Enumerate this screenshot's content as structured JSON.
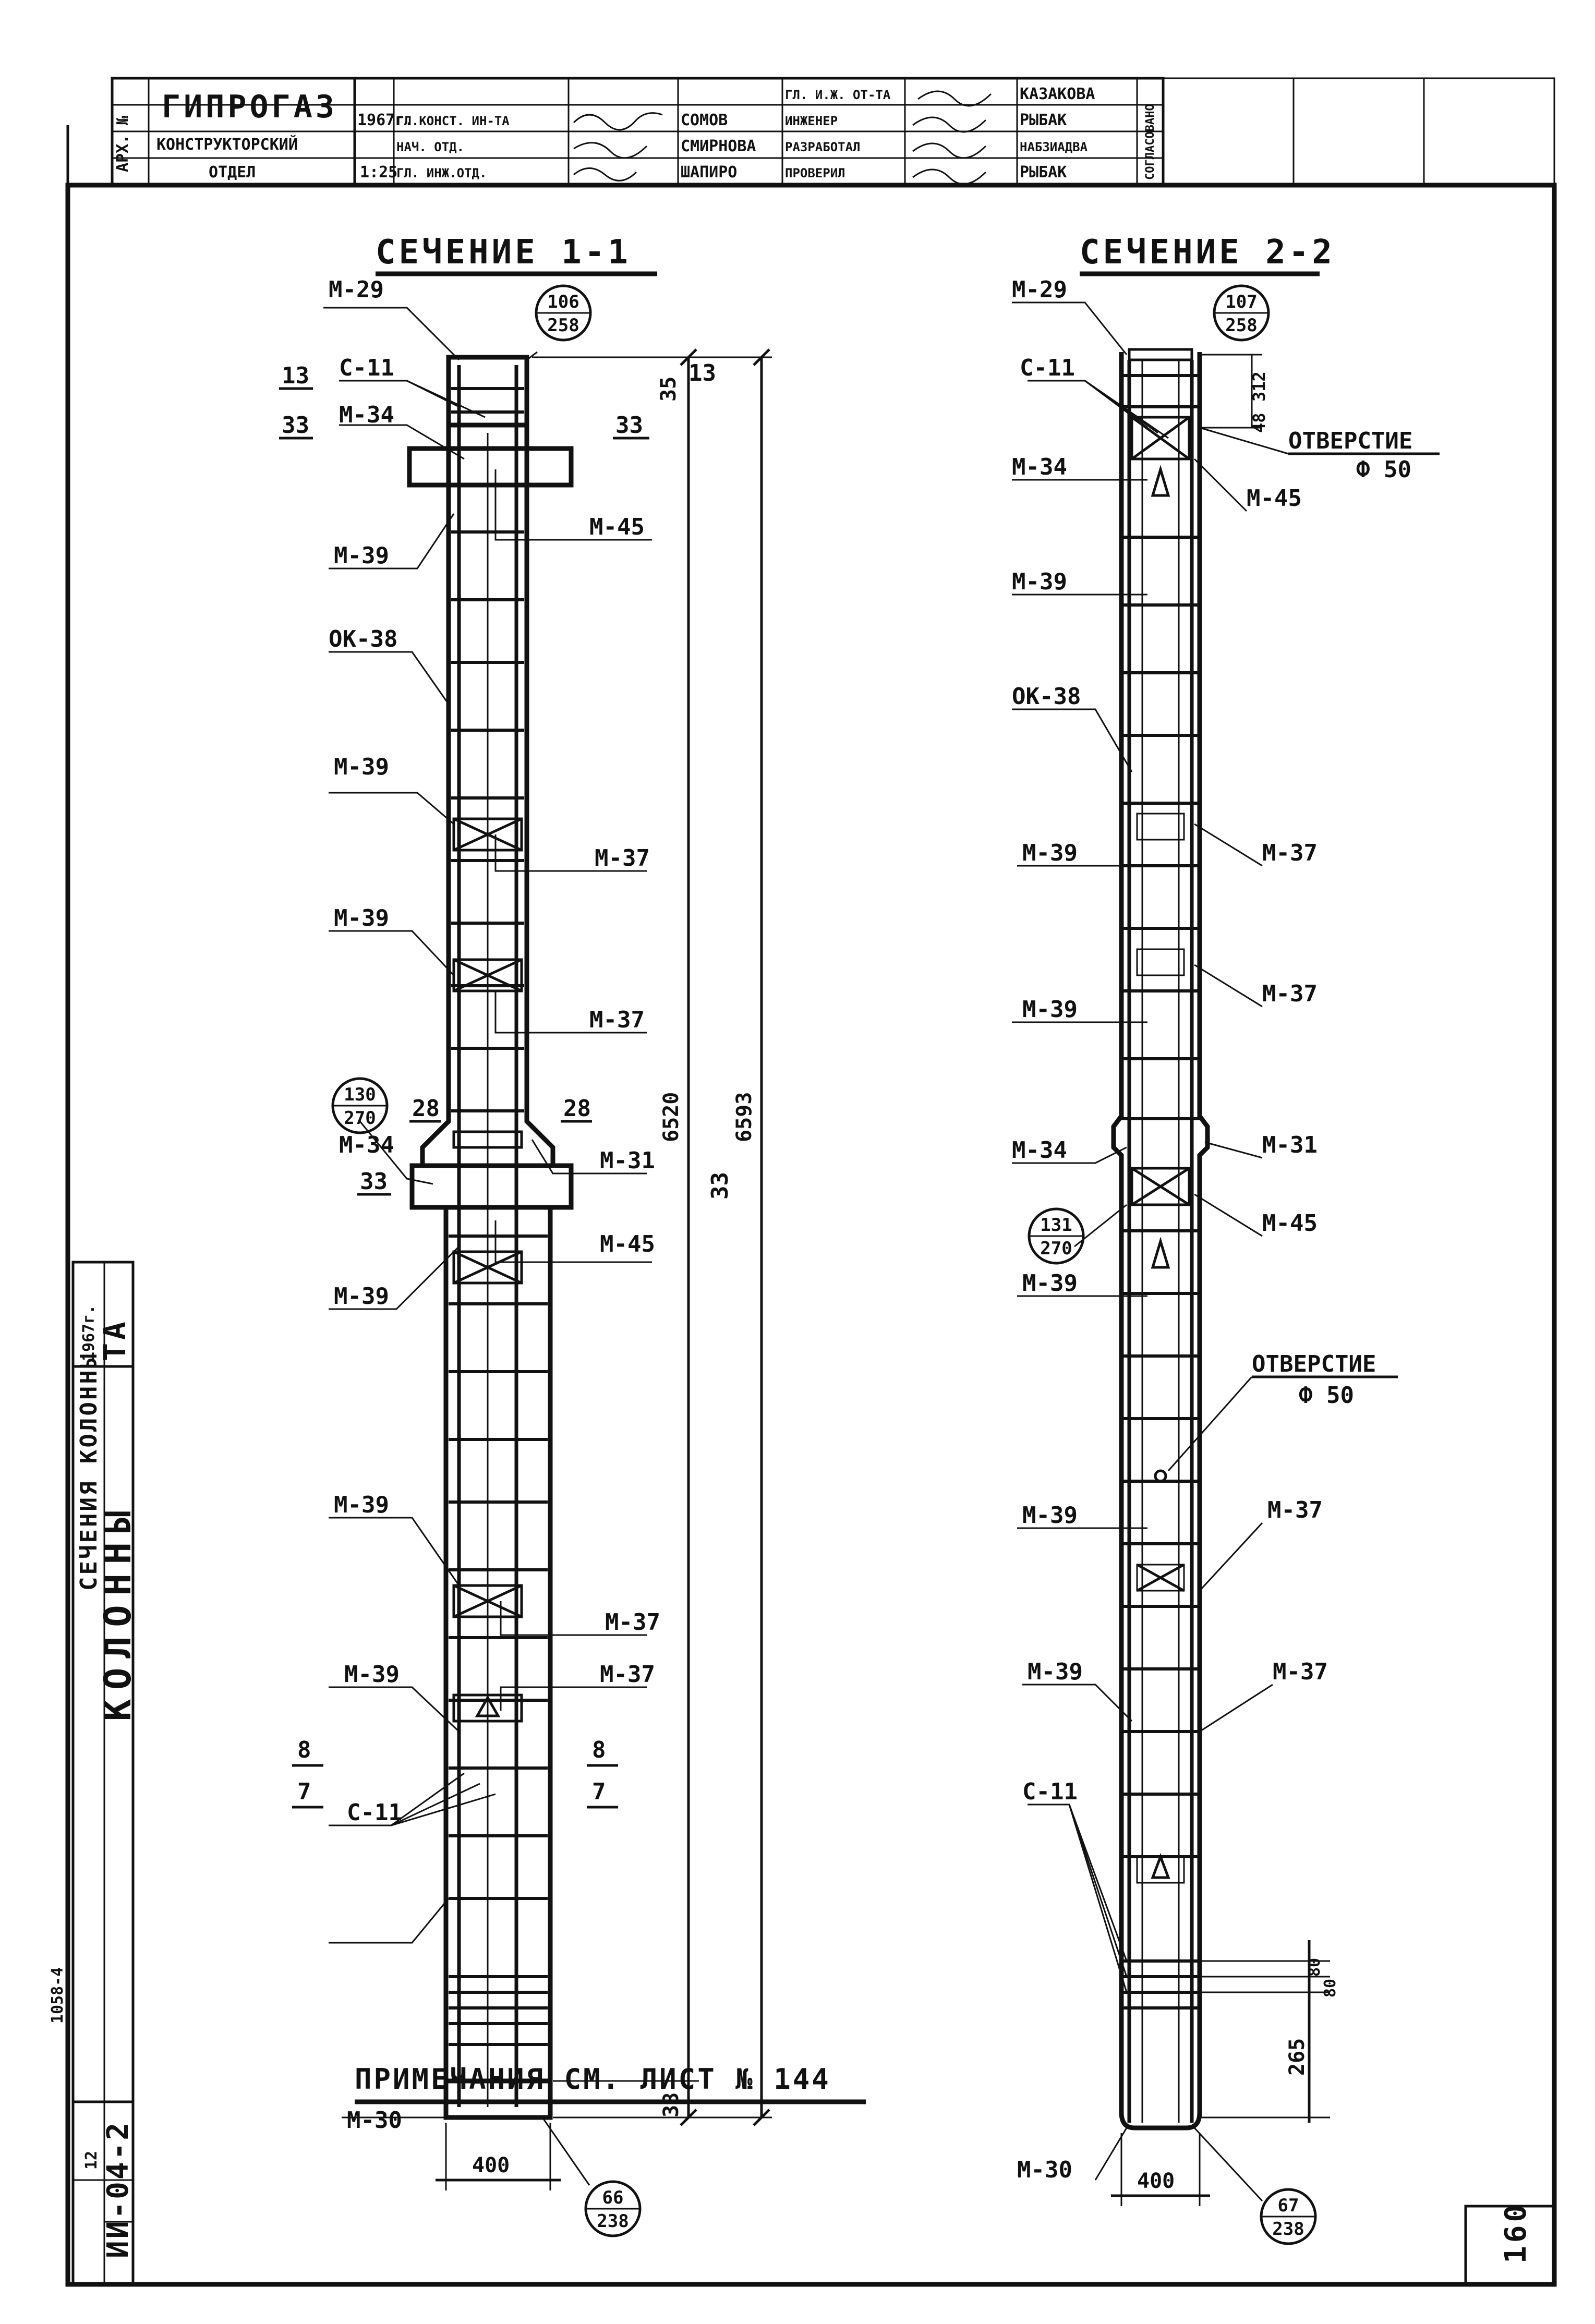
{
  "title_block": {
    "org": "ГИПРОГАЗ",
    "dept_line1": "КОНСТРУКТОРСКИЙ",
    "dept_line2": "ОТДЕЛ",
    "year": "1967г.",
    "scale": "1:25",
    "arch_no": "АРХ. №",
    "roles": [
      "ГЛ.КОНСТ. ИН-ТА",
      "НАЧ. ОТД.",
      "ГЛ. ИНЖ.ОТД."
    ],
    "names_mid": [
      "СОМОВ",
      "СМИРНОВА",
      "ШАПИРО"
    ],
    "roles2": [
      "ГЛ. И.Ж. ОТ-ТА",
      "ИНЖЕНЕР",
      "РАЗРАБОТАЛ",
      "ПРОВЕРИЛ"
    ],
    "names_right": [
      "КАЗАКОВА",
      "РЫБАК",
      "НАБЗИАДВА",
      "РЫБАК"
    ],
    "stamp": "СОГЛАСОВАНО"
  },
  "section_1": {
    "title": "СЕЧЕНИЕ 1-1",
    "labels": {
      "m29": "М-29",
      "c11_top": "С-11",
      "m34_top": "М-34",
      "m45_top": "М-45",
      "m39_1": "М-39",
      "ok38": "ОК-38",
      "m39_2": "М-39",
      "m37_1": "М-37",
      "m39_3": "М-39",
      "m37_2": "М-37",
      "m34_mid": "М-34",
      "m31": "М-31",
      "m45_mid": "М-45",
      "m39_4": "М-39",
      "m39_5": "М-39",
      "m37_3": "М-37",
      "m39_6": "М-39",
      "m37_4": "М-37",
      "c11_bot": "С-11",
      "m30": "М-30"
    },
    "marks": {
      "n13a": "13",
      "n33a": "33",
      "n33b": "33",
      "n13b": "13",
      "n35": "35",
      "n28a": "28",
      "n28b": "28",
      "n33c": "33",
      "n33d": "33",
      "n8a": "8",
      "n7a": "7",
      "n8b": "8",
      "n7b": "7",
      "n38": "38"
    },
    "circles": [
      {
        "top": "106",
        "bottom": "258"
      },
      {
        "top": "130",
        "bottom": "270"
      },
      {
        "top": "66",
        "bottom": "238"
      }
    ],
    "dims": {
      "h1": "6520",
      "h2": "6593",
      "width": "400"
    }
  },
  "section_2": {
    "title": "СЕЧЕНИЕ 2-2",
    "labels": {
      "m29": "М-29",
      "c11_top": "С-11",
      "hole_top": "ОТВЕРСТИЕ",
      "hole_top_d": "Ф 50",
      "m34_top": "М-34",
      "m45_top": "М-45",
      "m39_1": "М-39",
      "ok38": "ОК-38",
      "m39_2": "М-39",
      "m37_1": "М-37",
      "m39_3": "М-39",
      "m37_2": "М-37",
      "m34_mid": "М-34",
      "m31": "М-31",
      "m45_mid": "М-45",
      "m39_4": "М-39",
      "hole_mid": "ОТВЕРСТИЕ",
      "hole_mid_d": "Ф 50",
      "m39_5": "М-39",
      "m37_3": "М-37",
      "m39_6": "М-39",
      "m37_4": "М-37",
      "c11_bot": "С-11",
      "m30": "М-30"
    },
    "circles": [
      {
        "top": "107",
        "bottom": "258"
      },
      {
        "top": "131",
        "bottom": "270"
      },
      {
        "top": "67",
        "bottom": "238"
      }
    ],
    "dims": {
      "top_a": "312",
      "top_b": "48",
      "b80a": "80",
      "b80b": "80",
      "b265": "265",
      "width": "400"
    }
  },
  "note": "ПРИМЕЧАНИЯ СМ. ЛИСТ № 144",
  "side_block": {
    "ta": "ТА",
    "year": "1967г.",
    "title": "КОЛОННЫ",
    "subtitle": "СЕЧЕНИЯ КОЛОННЫ",
    "code": "ИИ-04-2",
    "inv": "1058-4",
    "sheet_small": "12"
  },
  "sheet_number": "160"
}
